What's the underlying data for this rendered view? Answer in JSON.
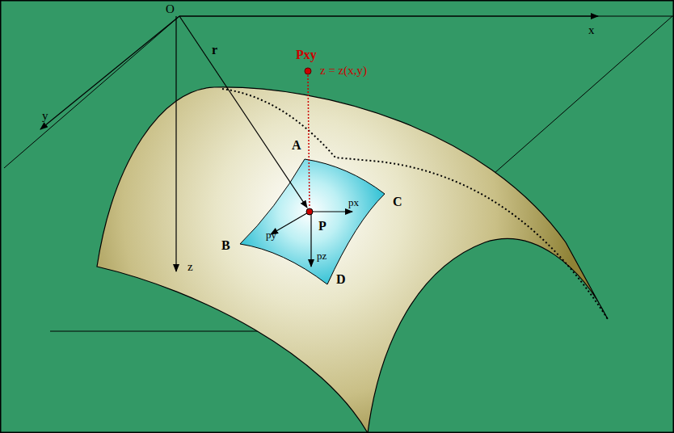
{
  "diagram": {
    "labels": [
      "O",
      "x",
      "y",
      "z",
      "r",
      "Pxy",
      "z = z(x,y)",
      "A",
      "B",
      "C",
      "D",
      "P",
      "px",
      "py",
      "pz"
    ]
  }
}
